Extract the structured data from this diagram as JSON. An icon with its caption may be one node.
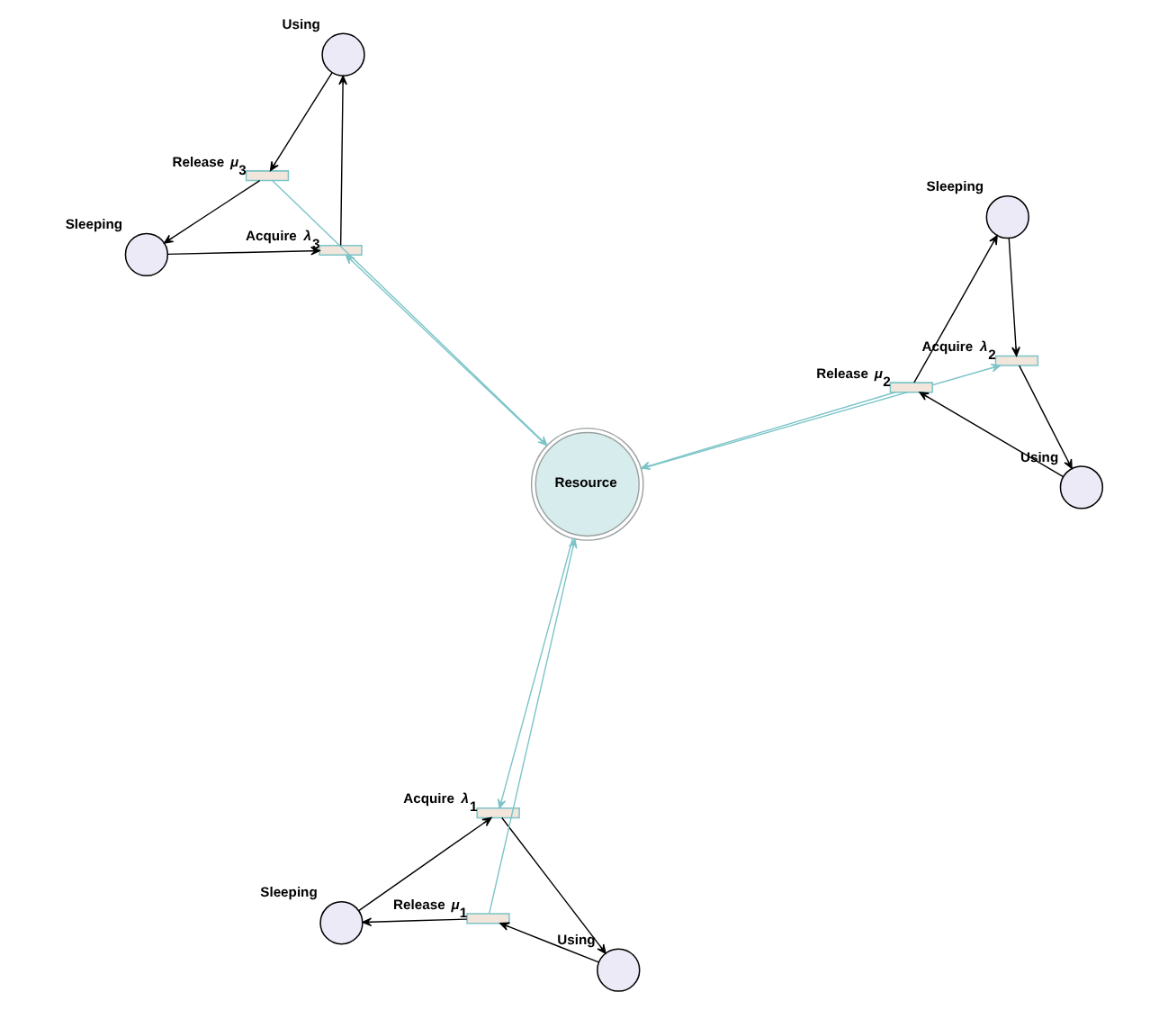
{
  "diagram": {
    "nodes": [
      {
        "text": [],
        "shape": "circle",
        "beside": [
          "Using"
        ]
      },
      {
        "text": [],
        "shape": "bar",
        "beside": [
          "Acquire *λ*$_{1}$"
        ]
      },
      {
        "text": [],
        "shape": "bar",
        "beside": [
          "Release *μ*$_{1}$"
        ]
      },
      {
        "text": [],
        "shape": "circle",
        "beside": [
          "Sleeping"
        ]
      },
      {
        "text": [
          "Resource"
        ]
      },
      {
        "text": [],
        "shape": "bar",
        "beside": [
          "Release *μ*$_{3}$"
        ]
      },
      {
        "text": [],
        "shape": "circle",
        "beside": [
          "Sleeping"
        ]
      },
      {
        "text": [],
        "shape": "circle",
        "beside": [
          "Sleeping"
        ]
      },
      {
        "text": [],
        "shape": "bar",
        "beside": [
          "Acquire *λ*$_{2}$"
        ]
      },
      {
        "text": [],
        "shape": "circle",
        "beside": [
          "Using"
        ]
      },
      {
        "text": [],
        "shape": "bar",
        "beside": [
          "Acquire *λ*$_{3}$"
        ]
      },
      {
        "text": [],
        "shape": "bar",
        "beside": [
          "Release *μ*$_{2}$"
        ]
      },
      {
        "text": [],
        "shape": "circle",
        "beside": [
          "Using"
        ]
      }
    ],
    "edges": [
      {
        "from": 1,
        "to": 0,
        "arrow": "to"
      },
      {
        "from": 0,
        "to": 2,
        "arrow": "to"
      },
      {
        "from": 2,
        "to": 3,
        "arrow": "to"
      },
      {
        "from": 3,
        "to": 1,
        "arrow": "to"
      },
      {
        "from": 4,
        "to": 1,
        "arrow": "to",
        "color": "#7cc4c8"
      },
      {
        "from": 2,
        "to": 4,
        "arrow": "to",
        "color": "#7cc4c8"
      },
      {
        "from": 9,
        "to": 5,
        "arrow": "to"
      },
      {
        "from": 5,
        "to": 6,
        "arrow": "to"
      },
      {
        "from": 6,
        "to": 10,
        "arrow": "to"
      },
      {
        "from": 10,
        "to": 9,
        "arrow": "to"
      },
      {
        "from": 5,
        "to": 4,
        "arrow": "to",
        "color": "#7cc4c8"
      },
      {
        "from": 4,
        "to": 10,
        "arrow": "to",
        "color": "#7cc4c8"
      },
      {
        "from": 4,
        "to": 8,
        "arrow": "to",
        "color": "#7cc4c8"
      },
      {
        "from": 7,
        "to": 8,
        "arrow": "to"
      },
      {
        "from": 8,
        "to": 12,
        "arrow": "to"
      },
      {
        "from": 12,
        "to": 11,
        "arrow": "to"
      },
      {
        "from": 11,
        "to": 7,
        "arrow": "to"
      },
      {
        "from": 11,
        "to": 4,
        "arrow": "to",
        "color": "#7cc4c8"
      }
    ]
  }
}
